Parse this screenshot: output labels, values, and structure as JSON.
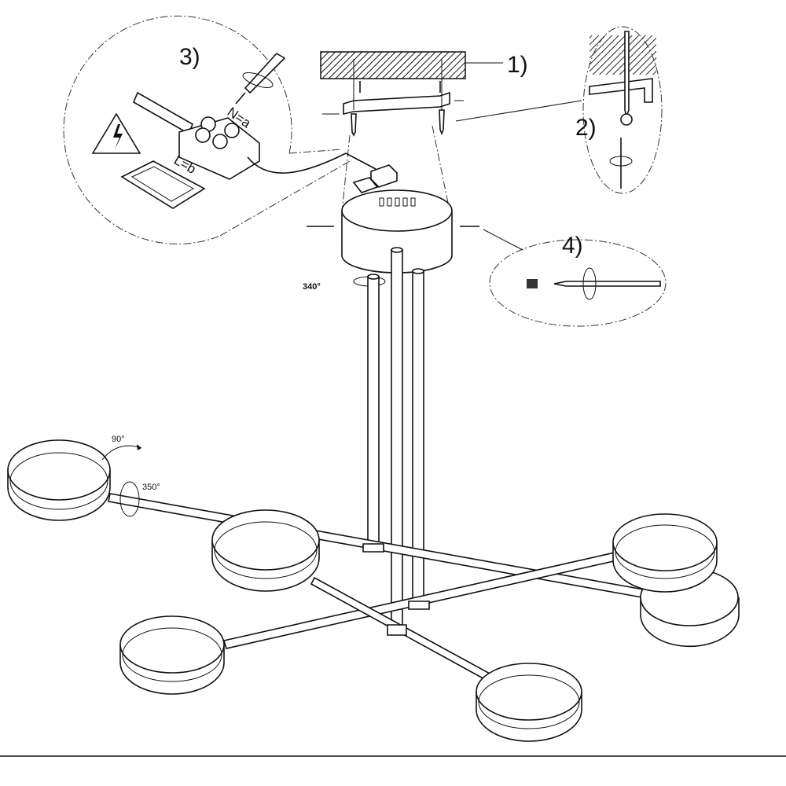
{
  "steps": {
    "step1": "1)",
    "step2": "2)",
    "step3": "3)",
    "step4": "4)"
  },
  "wiring": {
    "neutral": "N=a",
    "live": "L=b"
  },
  "rotations": {
    "canopy": "340°",
    "head_tilt": "90°",
    "head_spin": "350°"
  },
  "icons": [
    "electric-hazard-icon",
    "screwdriver-icon",
    "screw-icon",
    "terminal-block-icon"
  ]
}
